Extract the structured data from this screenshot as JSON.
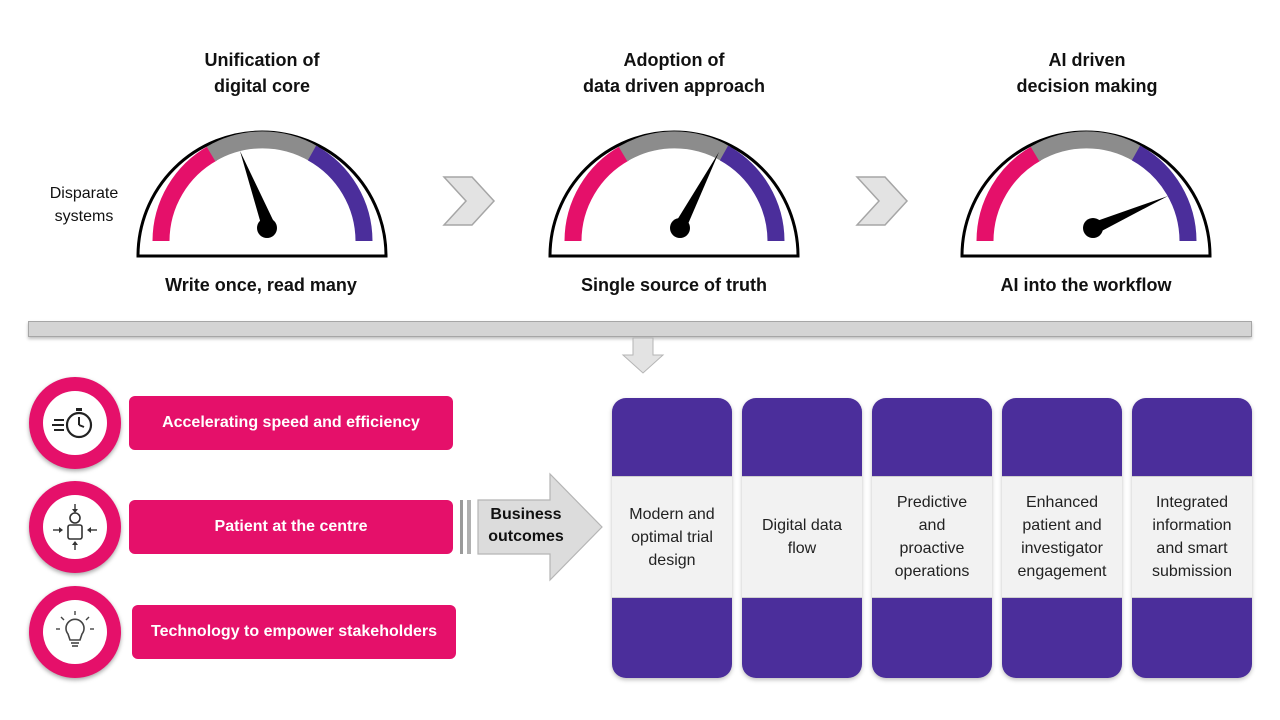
{
  "stages": [
    {
      "title_line1": "Unification of",
      "title_line2": "digital core",
      "caption": "Write once, read many",
      "needle_level": "low-mid"
    },
    {
      "title_line1": "Adoption  of",
      "title_line2": "data driven approach",
      "caption": "Single source of truth",
      "needle_level": "mid-high"
    },
    {
      "title_line1": "AI driven",
      "title_line2": "decision making",
      "caption": "AI into the workflow",
      "needle_level": "high"
    }
  ],
  "left_note": {
    "line1": "Disparate",
    "line2": "systems"
  },
  "pillars": [
    {
      "label": "Accelerating speed and efficiency",
      "icon": "stopwatch-icon"
    },
    {
      "label": "Patient at the centre",
      "icon": "patient-icon"
    },
    {
      "label": "Technology to empower stakeholders",
      "icon": "lightbulb-icon"
    }
  ],
  "business_outcomes": {
    "line1": "Business",
    "line2": "outcomes"
  },
  "outcomes": [
    {
      "l1": "Modern and",
      "l2": "optimal trial",
      "l3": "design"
    },
    {
      "l1": "Digital data",
      "l2": "flow"
    },
    {
      "l1": "Predictive",
      "l2": "and",
      "l3": "proactive",
      "l4": "operations"
    },
    {
      "l1": "Enhanced",
      "l2": "patient and",
      "l3": "investigator",
      "l4": "engagement"
    },
    {
      "l1": "Integrated",
      "l2": "information",
      "l3": "and smart",
      "l4": "submission"
    }
  ],
  "colors": {
    "pink": "#e5106a",
    "purple": "#4b2e9b",
    "gray": "#8c8c8c",
    "light_gray": "#d9d9d9"
  }
}
